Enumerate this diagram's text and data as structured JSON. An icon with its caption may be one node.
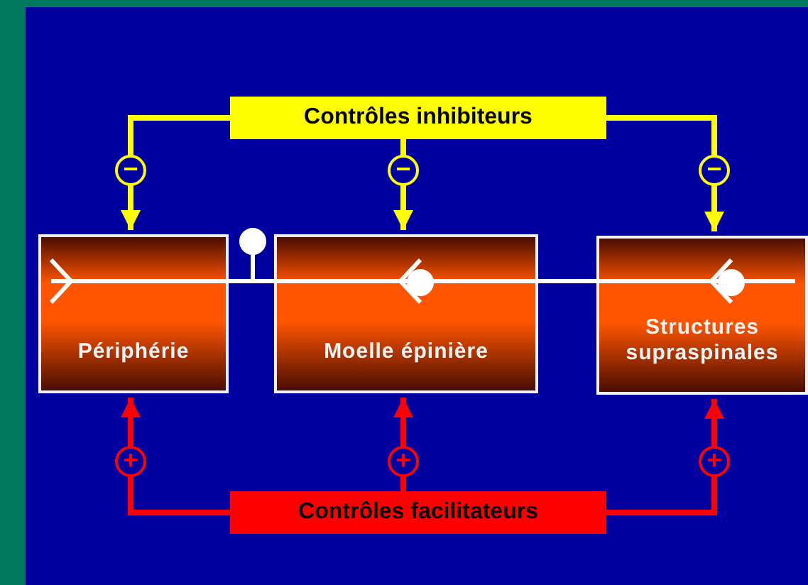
{
  "diagram": {
    "nodes": [
      {
        "text": [
          "Contrôles inhibiteurs"
        ]
      },
      {
        "text": [
          "Périphérie"
        ]
      },
      {
        "text": [
          "Moelle épinière"
        ]
      },
      {
        "text": [
          "Structures supraspinales"
        ]
      },
      {
        "text": [
          "Contrôles facilitateurs"
        ]
      }
    ],
    "edges": [
      {
        "from": 0,
        "to": 1,
        "arrow": "to",
        "label": "−",
        "color": "#ffff00"
      },
      {
        "from": 0,
        "to": 2,
        "arrow": "to",
        "label": "−",
        "color": "#ffff00"
      },
      {
        "from": 0,
        "to": 3,
        "arrow": "to",
        "label": "−",
        "color": "#ffff00"
      },
      {
        "from": 4,
        "to": 1,
        "arrow": "to",
        "label": "+",
        "color": "#ff0000"
      },
      {
        "from": 4,
        "to": 2,
        "arrow": "to",
        "label": "+",
        "color": "#ff0000"
      },
      {
        "from": 4,
        "to": 3,
        "arrow": "to",
        "label": "+",
        "color": "#ff0000"
      }
    ]
  }
}
